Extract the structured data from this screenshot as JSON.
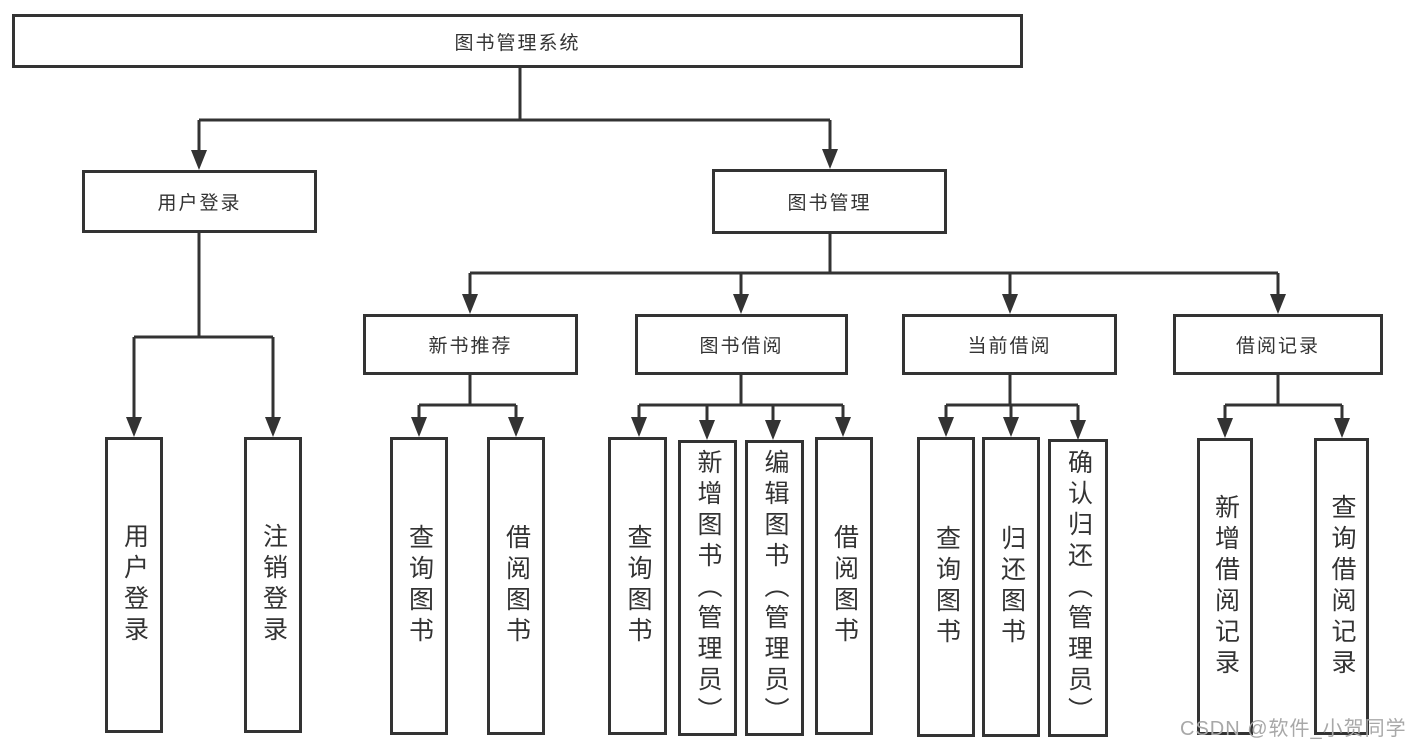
{
  "page": {
    "background": "#ffffff"
  },
  "diagram": {
    "root": {
      "label": "图书管理系统"
    },
    "level2": {
      "user_login": "用户登录",
      "book_management": "图书管理"
    },
    "level3": {
      "new_book_recommend": "新书推荐",
      "book_borrow": "图书借阅",
      "current_borrow": "当前借阅",
      "borrow_records": "借阅记录"
    },
    "leaves": {
      "user_login": [
        "用户登录",
        "注销登录"
      ],
      "new_book_recommend": [
        "查询图书",
        "借阅图书"
      ],
      "book_borrow": [
        "查询图书",
        "新增图书（管理员）",
        "编辑图书（管理员）",
        "借阅图书"
      ],
      "current_borrow": [
        "查询图书",
        "归还图书",
        "确认归还（管理员）"
      ],
      "borrow_records": [
        "新增借阅记录",
        "查询借阅记录"
      ]
    },
    "colors": {
      "line": "#333333",
      "text": "#333333",
      "box_background": "#ffffff"
    }
  },
  "watermark": {
    "text": "CSDN @软件_小贺同学",
    "color": "#a8a8a8"
  }
}
